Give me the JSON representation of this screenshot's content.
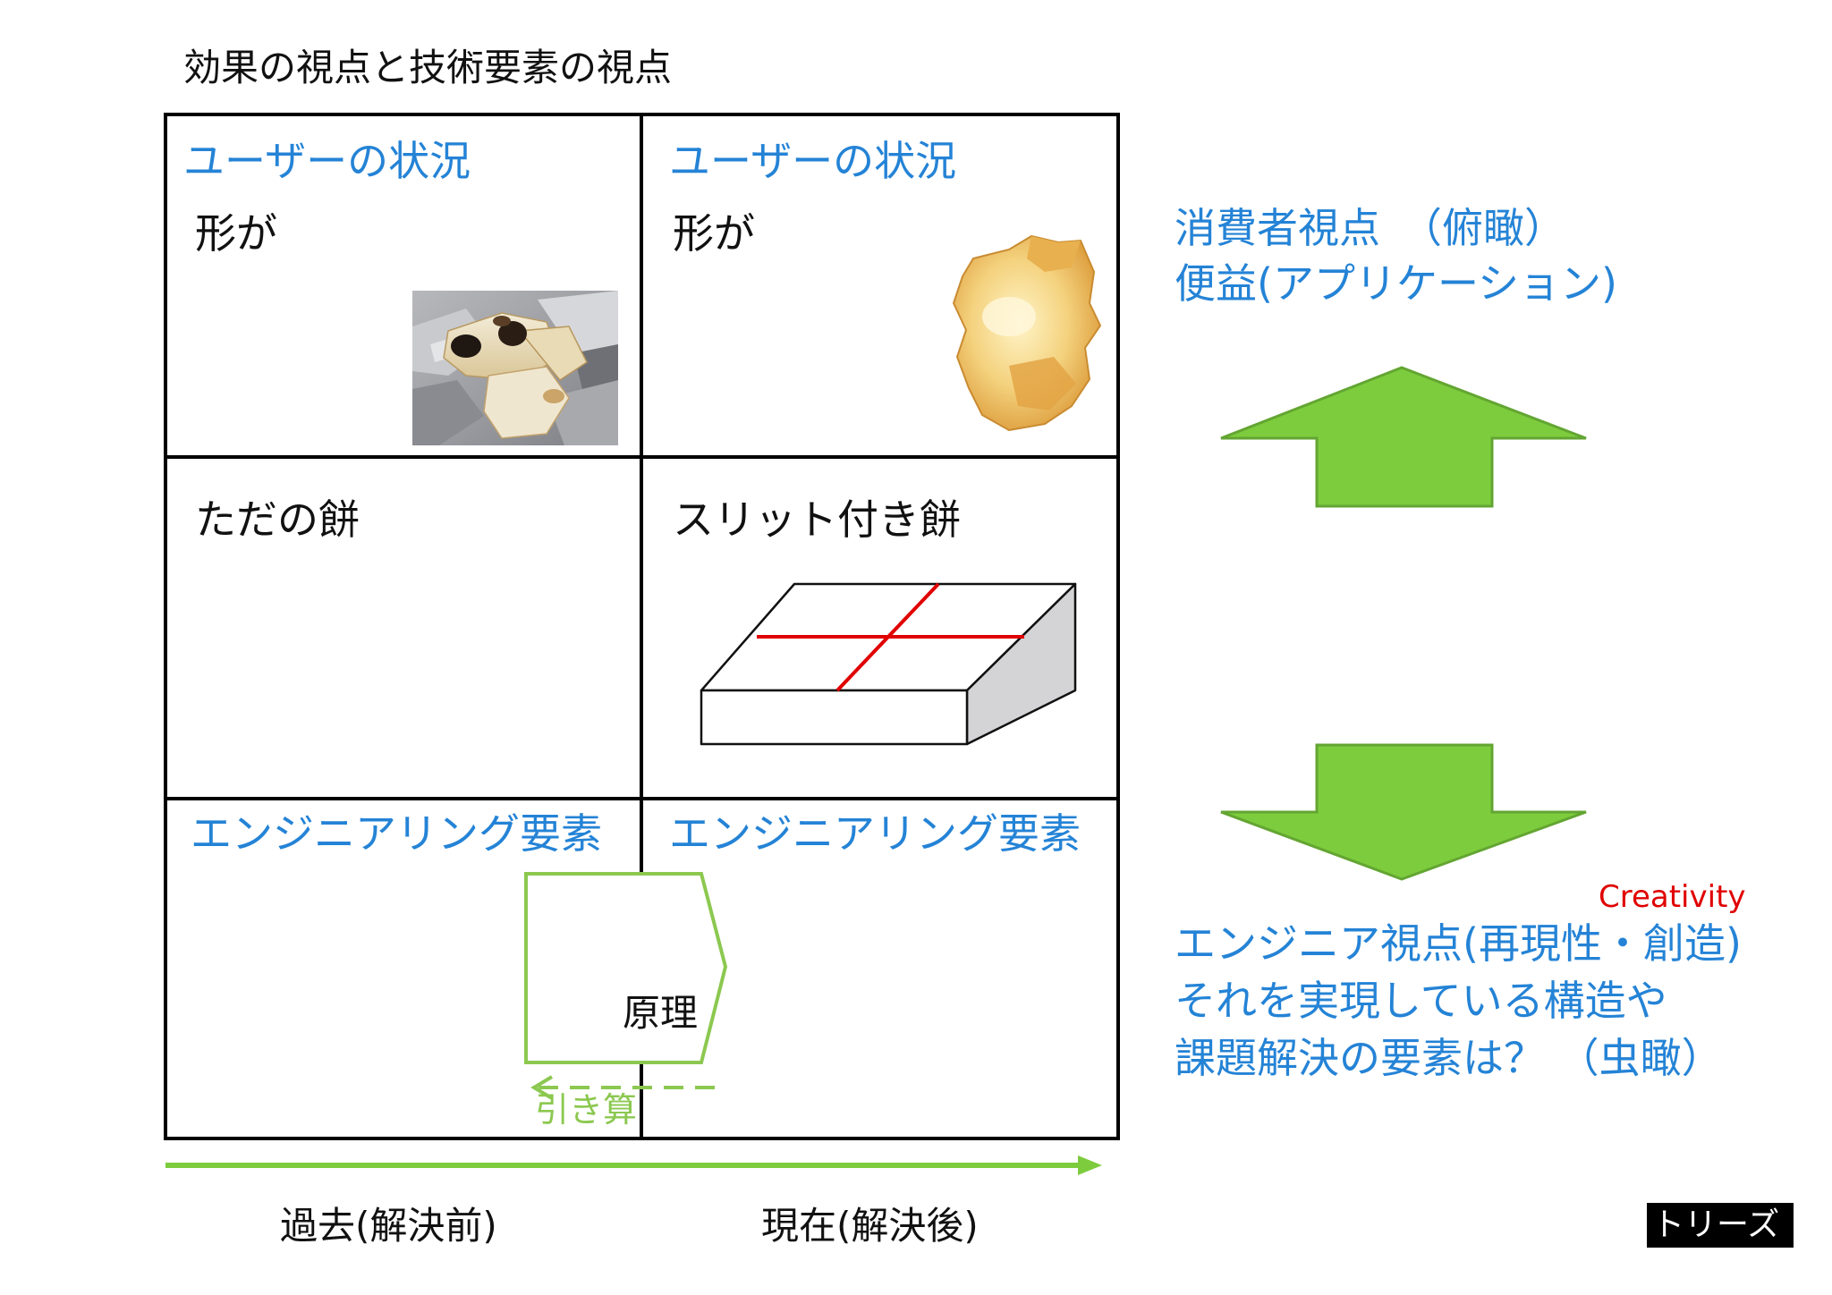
{
  "title": "効果の視点と技術要素の視点",
  "grid": {
    "top_left": {
      "heading": "ユーザーの状況",
      "label": "形が",
      "photo": "burnt-mochi-on-foil"
    },
    "top_right": {
      "heading": "ユーザーの状況",
      "label": "形が",
      "photo": "puffed-mochi"
    },
    "middle_left": {
      "label": "ただの餅"
    },
    "middle_right": {
      "label": "スリット付き餅",
      "illustration": "slit-mochi-block"
    },
    "bottom_left": {
      "heading": "エンジニアリング要素"
    },
    "bottom_right": {
      "heading": "エンジニアリング要素"
    }
  },
  "principle_box": {
    "label": "原理"
  },
  "subtraction": {
    "label": "引き算"
  },
  "timeline": {
    "past": "過去(解決前)",
    "present": "現在(解決後)"
  },
  "consumer_view": {
    "line1": "消費者視点　（俯瞰）",
    "line2": "便益(アプリケーション)"
  },
  "creativity": "Creativity",
  "engineer_view": {
    "line1": "エンジニア視点(再現性・創造)",
    "line2": "それを実現している構造や",
    "line3": "課題解決の要素は？ （虫瞰）"
  },
  "badge": "トリーズ",
  "icons": {
    "up": "arrow-up-icon",
    "down": "arrow-down-icon"
  },
  "colors": {
    "blue_text": "#2483d6",
    "green_arrow": "#7dcc3d",
    "green_outline": "#8cc850",
    "red_text": "#e00000",
    "slit_line": "#e00000",
    "grid_line": "#000000"
  }
}
